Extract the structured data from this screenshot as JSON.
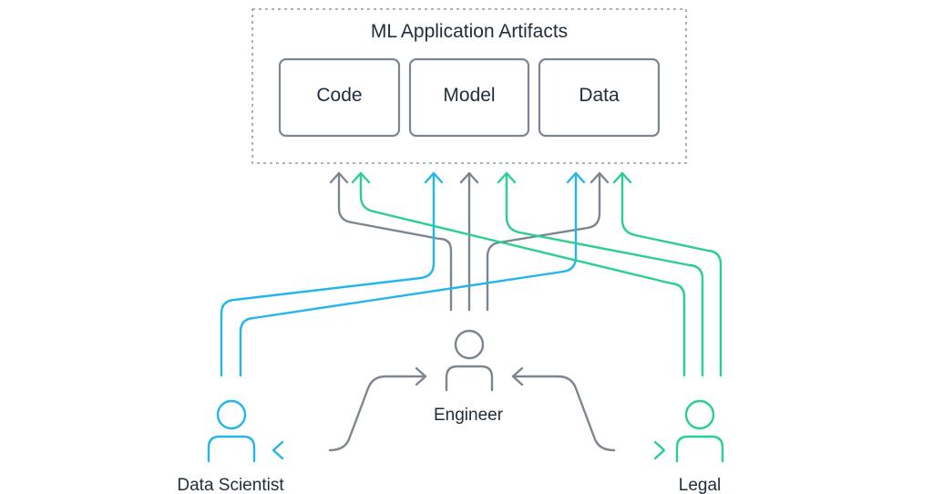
{
  "title": "ML Application Artifacts",
  "artifacts": [
    {
      "label": "Code"
    },
    {
      "label": "Model"
    },
    {
      "label": "Data"
    }
  ],
  "roles": {
    "engineer": "Engineer",
    "data_scientist": "Data Scientist",
    "legal": "Legal"
  },
  "colors": {
    "engineer": "#7c8592",
    "data_scientist": "#23b6ea",
    "legal": "#29cf8f",
    "text": "#1f2d3a"
  }
}
